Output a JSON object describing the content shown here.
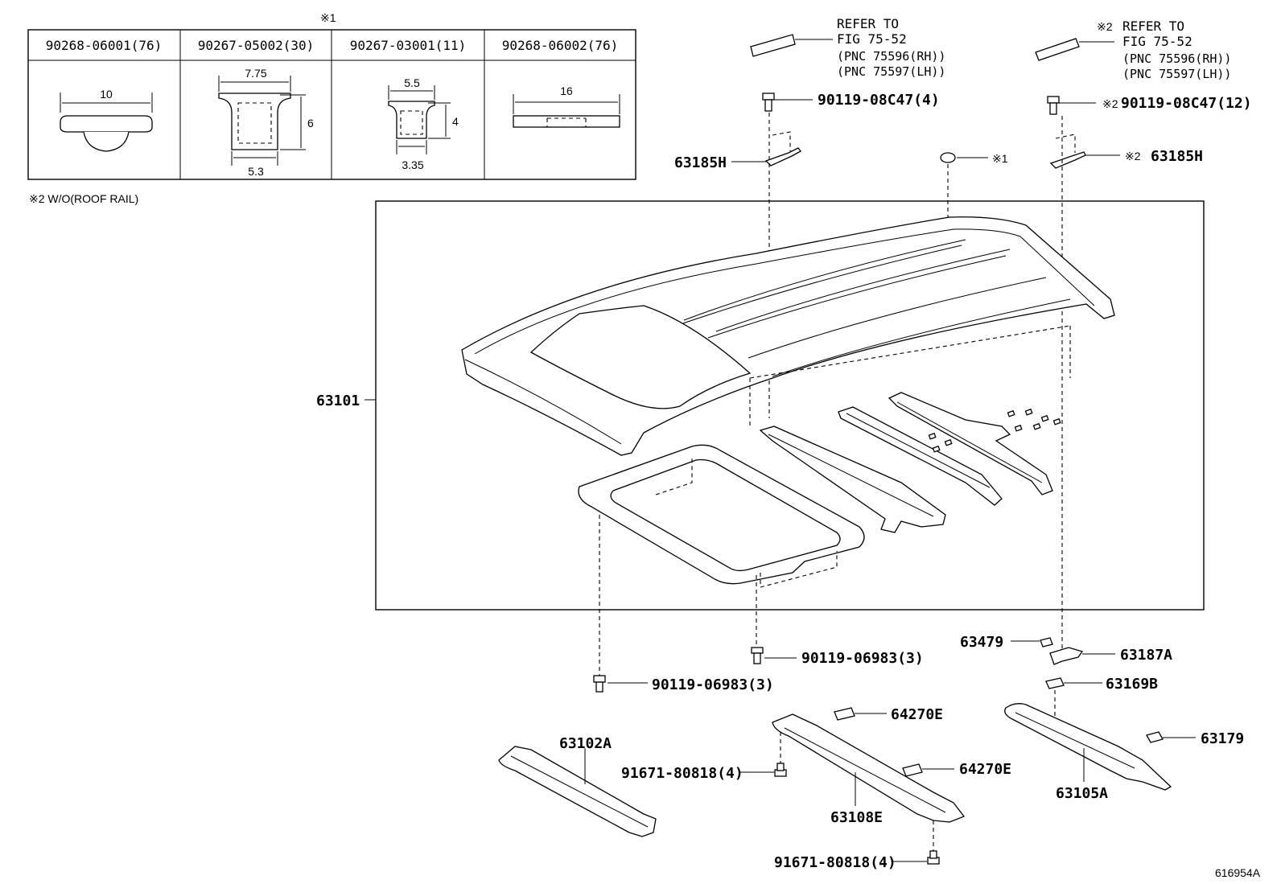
{
  "diagram_id": "616954A",
  "notes": {
    "note1_mark": "※1",
    "note2": "※2 W/O(ROOF RAIL)"
  },
  "inset_table": {
    "headers": [
      "90268-06001(76)",
      "90267-05002(30)",
      "90267-03001(11)",
      "90268-06002(76)"
    ],
    "dims": {
      "c1_w": "10",
      "c2_top": "7.75",
      "c2_h": "6",
      "c2_bot": "5.3",
      "c3_top": "5.5",
      "c3_h": "4",
      "c3_bot": "3.35",
      "c4_w": "16"
    }
  },
  "refer_rh": {
    "line1": "REFER TO",
    "line2": "FIG 75-52",
    "line3": "(PNC 75596(RH))",
    "line4": "(PNC 75597(LH))"
  },
  "refer_lh": {
    "prefix": "※2",
    "line1": "REFER TO",
    "line2": "FIG 75-52",
    "line3": "(PNC 75596(RH))",
    "line4": "(PNC 75597(LH))"
  },
  "labels": {
    "bolt_top_left": "90119-08C47(4)",
    "bolt_top_right_prefix": "※2",
    "bolt_top_right": "90119-08C47(12)",
    "bracket_left": "63185H",
    "bracket_right_prefix": "※2",
    "bracket_right": "63185H",
    "plug_mark": "※1",
    "roof_panel": "63101",
    "bolt_mid_right": "90119-06983(3)",
    "bolt_mid_left": "90119-06983(3)",
    "p63479": "63479",
    "p63187A": "63187A",
    "p63169B": "63169B",
    "p64270E_a": "64270E",
    "p64270E_b": "64270E",
    "p63102A": "63102A",
    "p91671_a": "91671-80818(4)",
    "p91671_b": "91671-80818(4)",
    "p63108E": "63108E",
    "p63179": "63179",
    "p63105A": "63105A"
  }
}
